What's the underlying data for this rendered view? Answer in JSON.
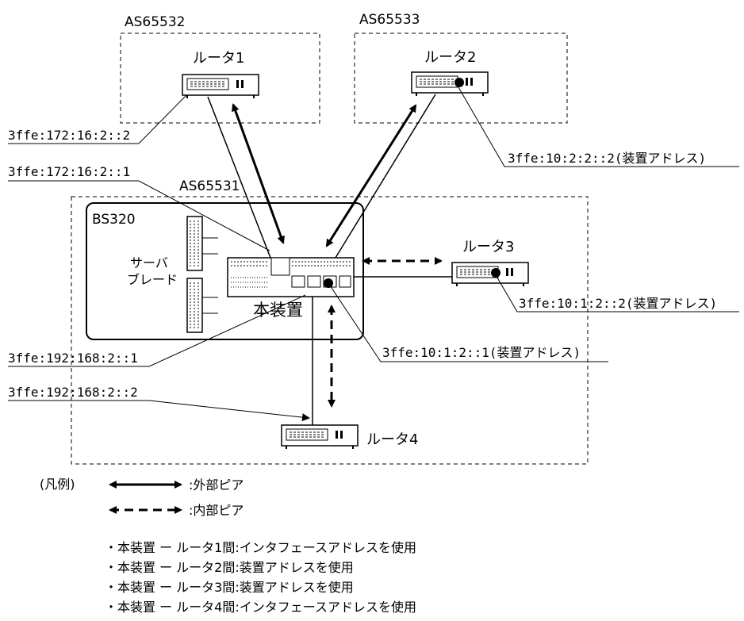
{
  "as": {
    "as65532": "AS65532",
    "as65533": "AS65533",
    "as65531": "AS65531"
  },
  "bs320": {
    "label": "BS320",
    "server_blade": [
      "サーバ",
      "ブレード"
    ],
    "device": "本装置"
  },
  "routers": {
    "r1": "ルータ1",
    "r2": "ルータ2",
    "r3": "ルータ3",
    "r4": "ルータ4"
  },
  "addresses": {
    "r1_peer": "3ffe:172:16:2::2",
    "local_r1": "3ffe:172:16:2::1",
    "r2_device": "3ffe:10:2:2::2(装置アドレス)",
    "r3_device": "3ffe:10:1:2::2(装置アドレス)",
    "local_device": "3ffe:10:1:2::1(装置アドレス)",
    "local_r4": "3ffe:192:168:2::1",
    "r4_peer": "3ffe:192:168:2::2"
  },
  "legend": {
    "title": "(凡例)",
    "external": ":外部ピア",
    "internal": ":内部ピア"
  },
  "notes": [
    "・本装置 ー ルータ1間:インタフェースアドレスを使用",
    "・本装置 ー ルータ2間:装置アドレスを使用",
    "・本装置 ー ルータ3間:装置アドレスを使用",
    "・本装置 ー ルータ4間:インタフェースアドレスを使用"
  ]
}
